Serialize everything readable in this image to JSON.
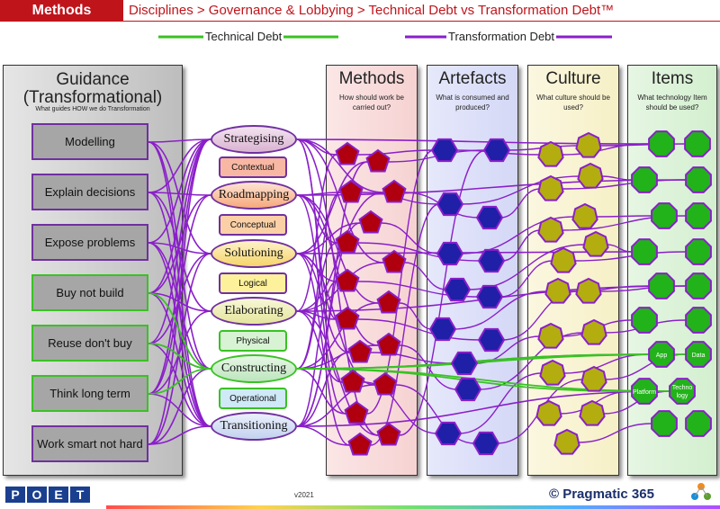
{
  "header": {
    "tag": "Methods",
    "breadcrumb": "Disciplines > Governance & Lobbying > Technical Debt vs Transformation Debt™"
  },
  "legend": {
    "technical": "Technical Debt",
    "transformation": "Transformation Debt",
    "technical_color": "#39c224",
    "transformation_color": "#8a1fc9"
  },
  "guidance": {
    "title": "Guidance (Transformational)",
    "subtitle": "What guides HOW we do Transformation",
    "items": [
      "Modelling",
      "Explain decisions",
      "Expose problems",
      "Buy not build",
      "Reuse don't buy",
      "Think long term",
      "Work smart not hard"
    ]
  },
  "stages": [
    "Strategising",
    "Roadmapping",
    "Solutioning",
    "Elaborating",
    "Constructing",
    "Transitioning"
  ],
  "levels": [
    "Contextual",
    "Conceptual",
    "Logical",
    "Physical",
    "Operational"
  ],
  "columns": {
    "methods": {
      "title": "Methods",
      "subtitle": "How should work be carried out?"
    },
    "artefacts": {
      "title": "Artefacts",
      "subtitle": "What is consumed and produced?"
    },
    "culture": {
      "title": "Culture",
      "subtitle": "What culture should be used?"
    },
    "items": {
      "title": "Items",
      "subtitle": "What technology Item should be used?"
    }
  },
  "item_labels": [
    "App",
    "Data",
    "Platform",
    "Technology"
  ],
  "footer": {
    "logo": [
      "P",
      "O",
      "E",
      "T"
    ],
    "version": "v2021",
    "brand": "© Pragmatic 365"
  },
  "colors": {
    "methods_fill": "#b0000f",
    "artefacts_fill": "#1f1fa8",
    "culture_fill": "#b3ad10",
    "items_fill": "#22b31a",
    "outline": "#8a1fc9",
    "guidance_box": "#a6a6a6"
  }
}
